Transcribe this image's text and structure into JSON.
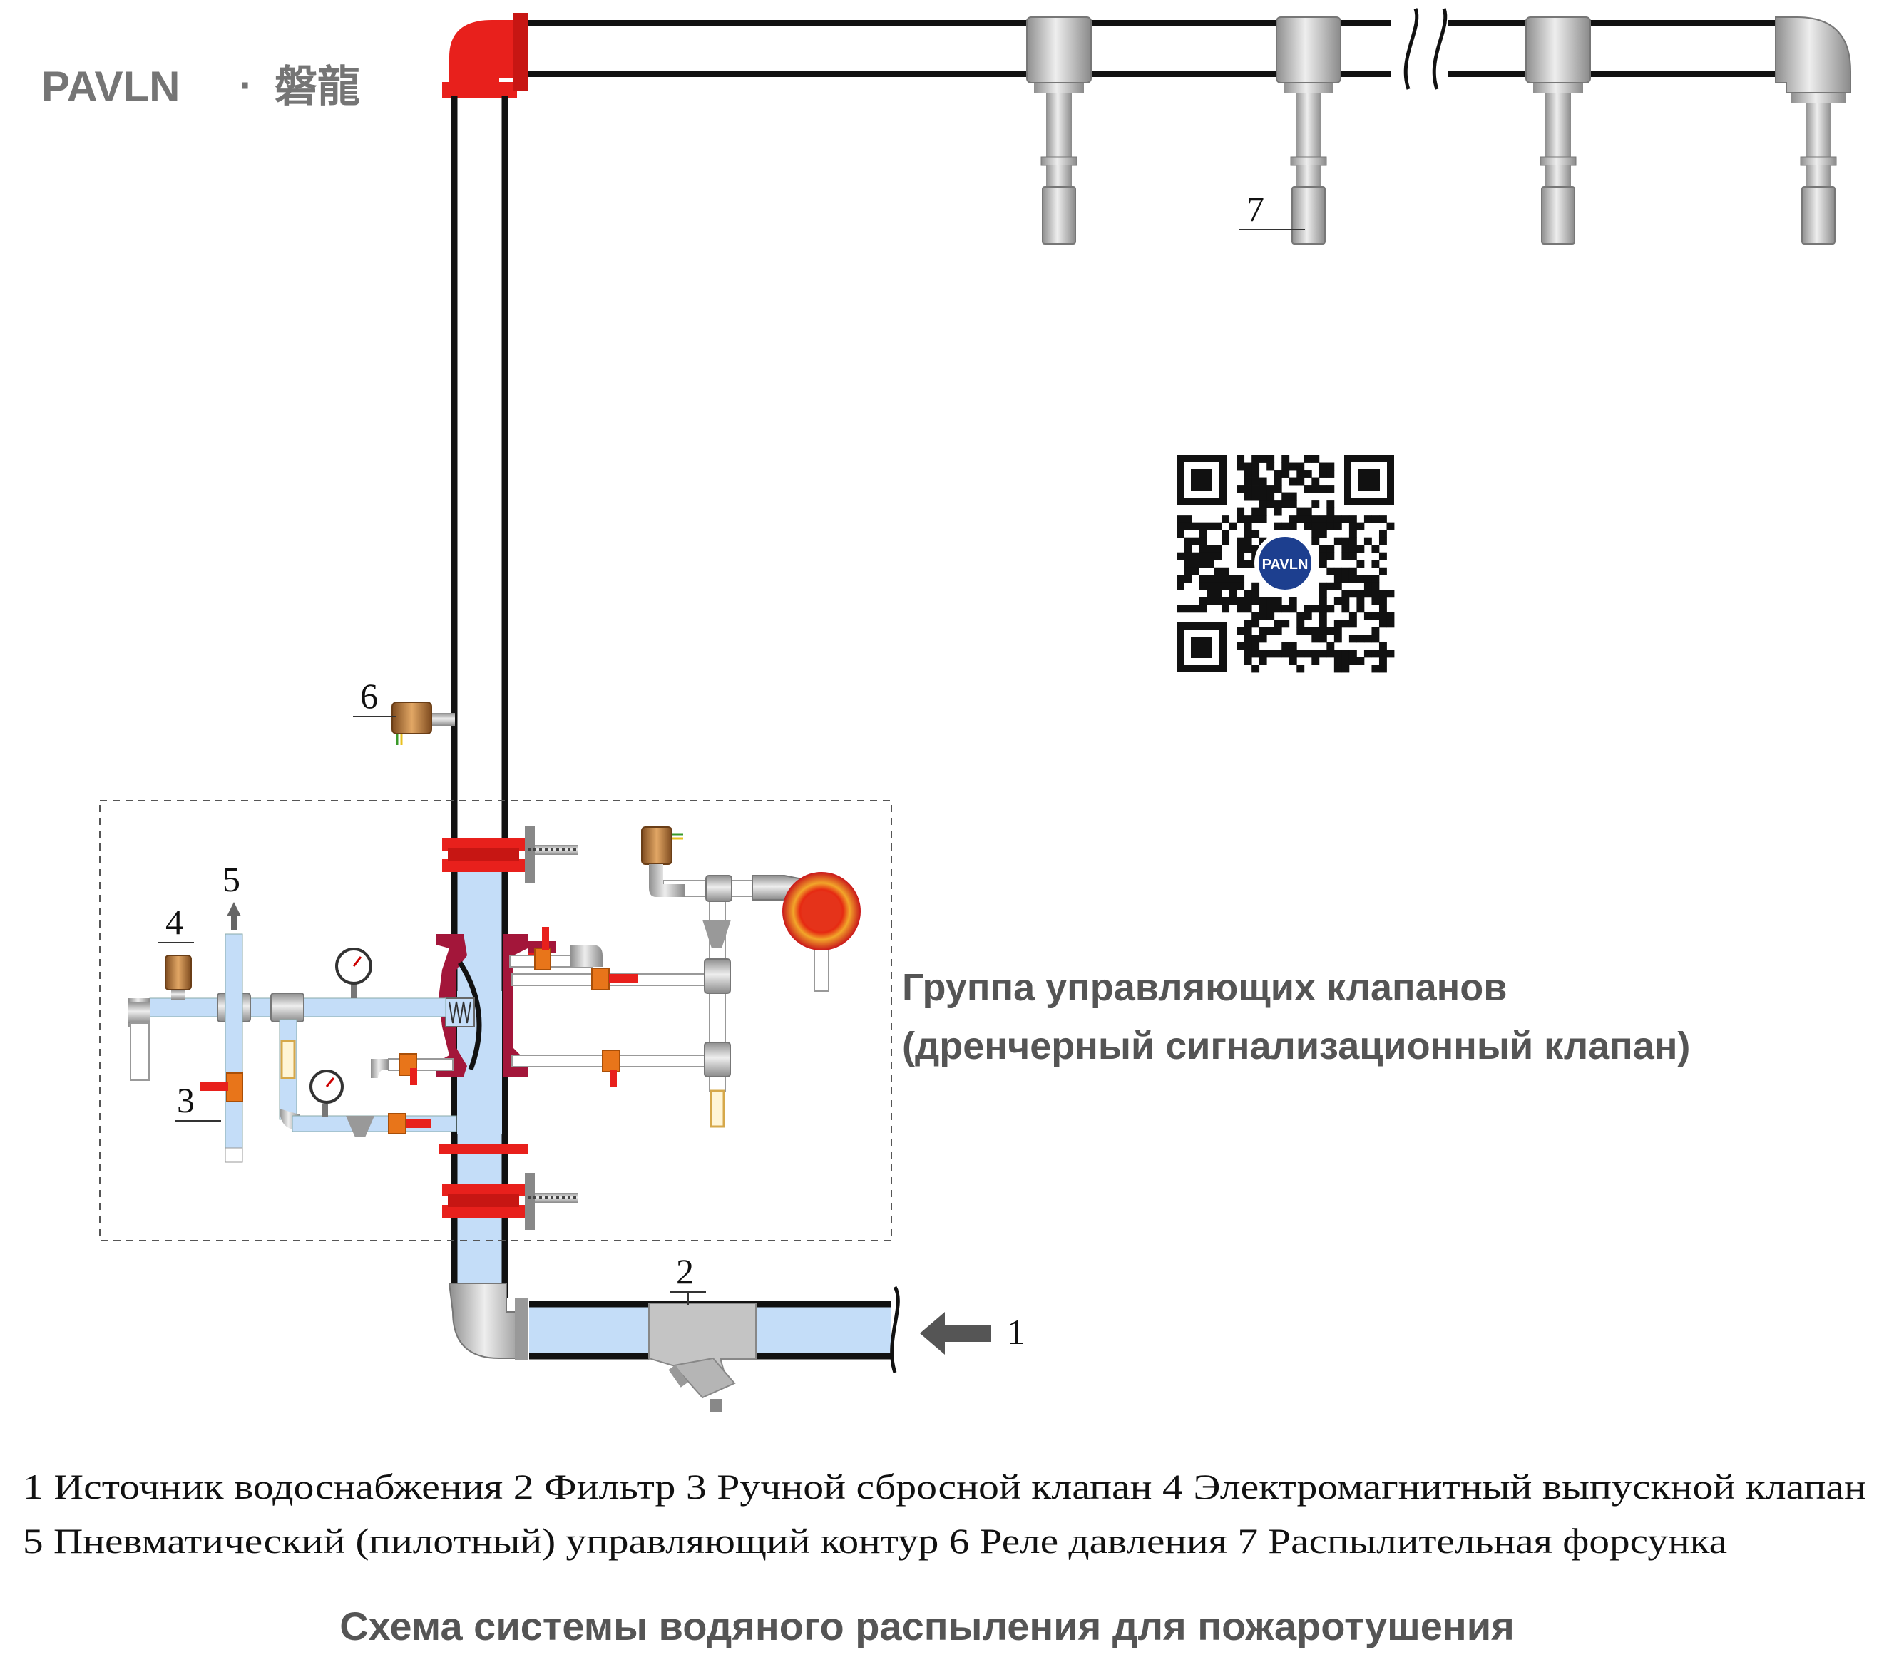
{
  "brand": {
    "logo_latin": "PAVLN",
    "logo_dot": "·",
    "logo_cjk": "磐龍",
    "qr_badge": "PAVLN"
  },
  "callouts": {
    "c1": "1",
    "c2": "2",
    "c3": "3",
    "c4": "4",
    "c5": "5",
    "c6": "6",
    "c7": "7"
  },
  "group_title": {
    "line1": "Группа управляющих клапанов",
    "line2": "(дренчерный сигнализационный клапан)"
  },
  "legend": {
    "line1": "1 Источник водоснабжения   2 Фильтр   3 Ручной сбросной клапан   4 Электромагнитный выпускной клапан",
    "line2": "5 Пневматический (пилотный) управляющий контур   6 Реле давления   7 Распылительная форсунка"
  },
  "caption": "Схема системы водяного распыления для пожаротушения",
  "colors": {
    "pipe_outline": "#111111",
    "water": "#c4ddf8",
    "coupling_red": "#e8201c",
    "valve_body": "#a3163a",
    "steel": "#b8b8b8",
    "copper": "#b97a3e",
    "brass": "#d6a84a",
    "handle_orange": "#e8751a",
    "heading_gray": "#555555"
  }
}
